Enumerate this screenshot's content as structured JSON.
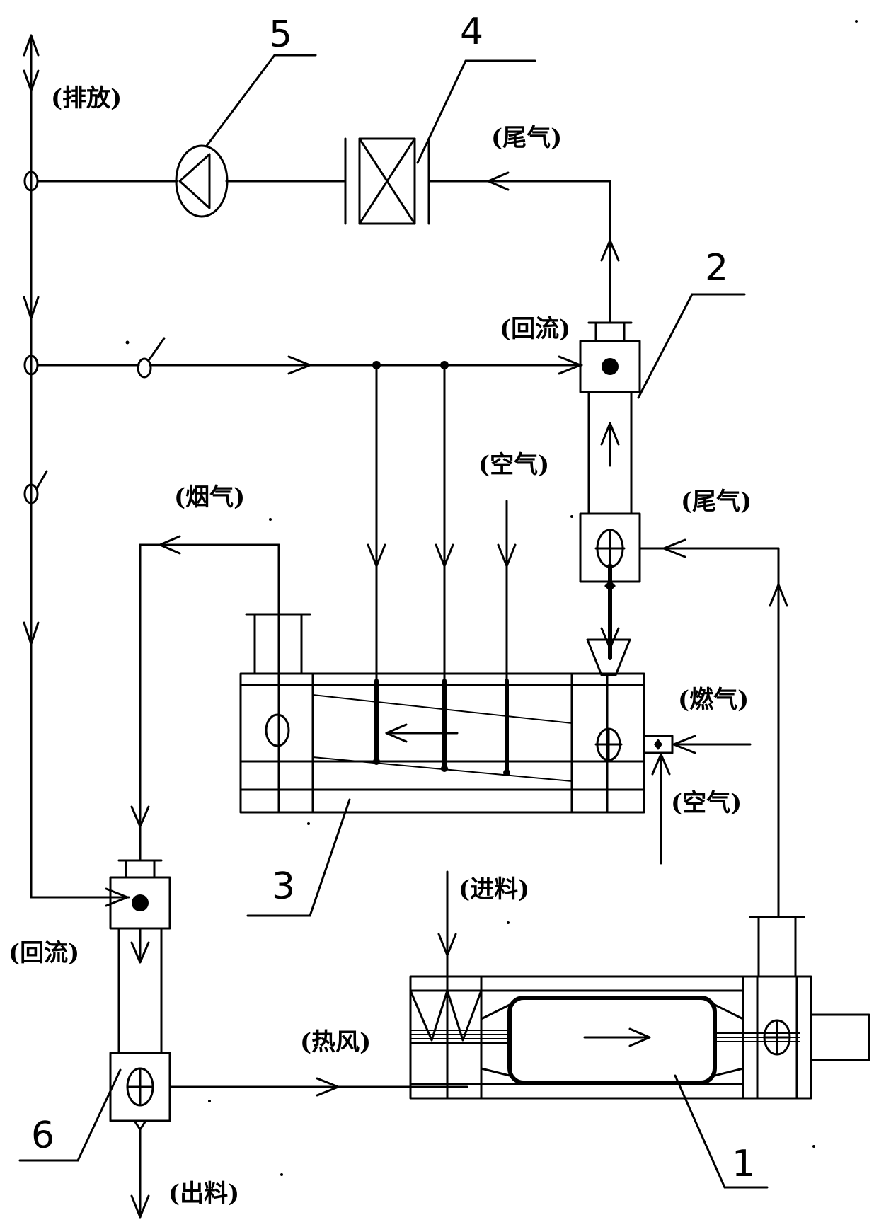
{
  "callouts": {
    "c1": "1",
    "c2": "2",
    "c3": "3",
    "c4": "4",
    "c5": "5",
    "c6": "6"
  },
  "labels": {
    "discharge_top": "(排放)",
    "tail_gas_top": "(尾气)",
    "reflux_upper": "(回流)",
    "air_middle": "(空气)",
    "flue_gas_left": "(烟气)",
    "tail_gas_right": "(尾气)",
    "fuel_gas": "(燃气)",
    "air_burner": "(空气)",
    "reflux_lower": "(回流)",
    "feed": "(进料)",
    "hot_air": "(热风)",
    "product_out": "(出料)"
  }
}
